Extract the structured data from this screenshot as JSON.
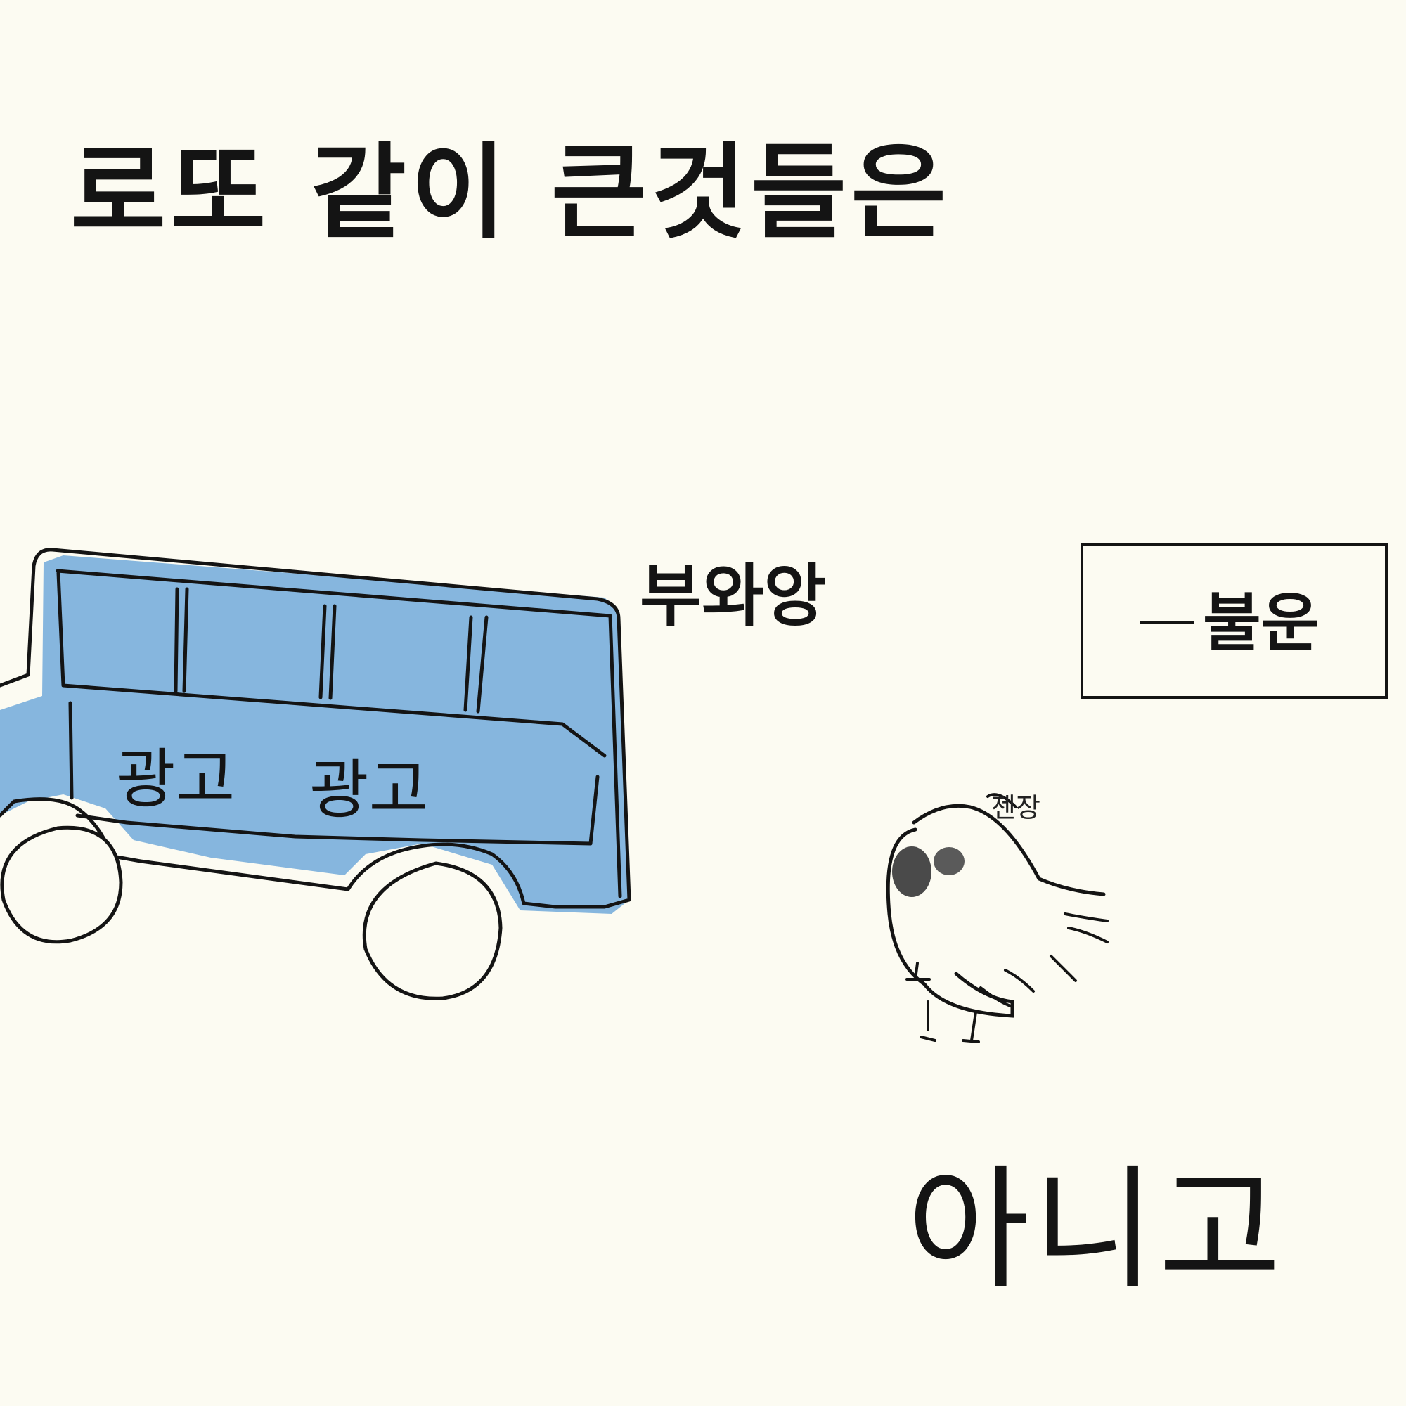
{
  "panel": {
    "title": "로또 같이 큰것들은",
    "sound_effect": "부와앙",
    "sign_text": "불운",
    "bird_caption": "젠장",
    "closing": "아니고"
  },
  "bus": {
    "ad_labels": [
      "광고",
      "광고"
    ],
    "accent_color": "#7fb2dc"
  },
  "colors": {
    "background": "#fcfbf2",
    "ink": "#141414"
  }
}
